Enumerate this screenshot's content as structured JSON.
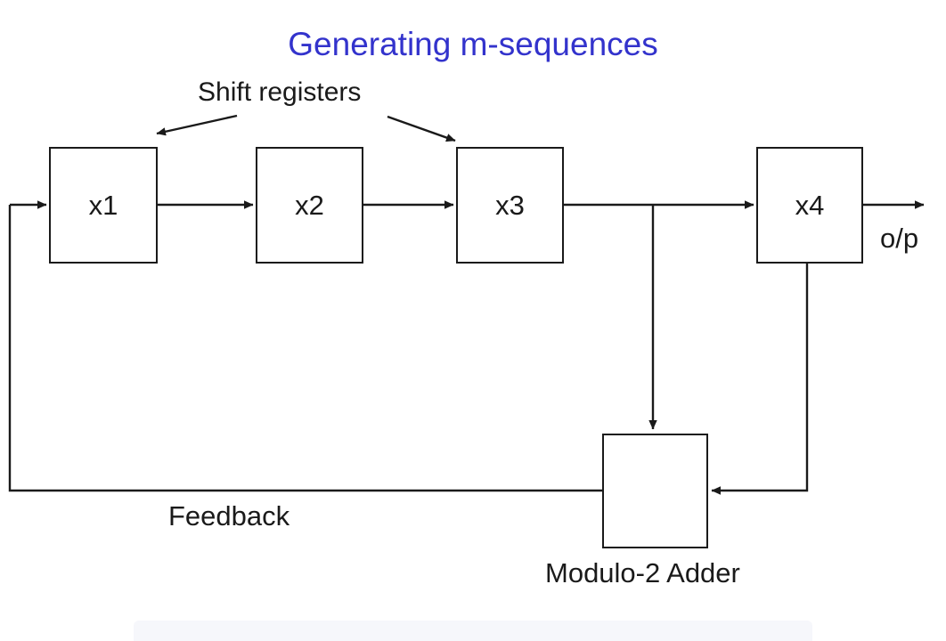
{
  "diagram": {
    "title": "Generating m-sequences",
    "title_color": "#3333cc",
    "annotations": {
      "shift_registers": "Shift registers",
      "feedback": "Feedback",
      "modulo_adder": "Modulo-2 Adder",
      "output": "o/p"
    },
    "registers": [
      {
        "id": "x1",
        "label": "x1"
      },
      {
        "id": "x2",
        "label": "x2"
      },
      {
        "id": "x3",
        "label": "x3"
      },
      {
        "id": "x4",
        "label": "x4"
      }
    ],
    "adder": {
      "symbol": "circle-plus",
      "label": "Modulo-2 Adder"
    },
    "line_color": "#1a1a1a",
    "background_color": "#ffffff"
  }
}
